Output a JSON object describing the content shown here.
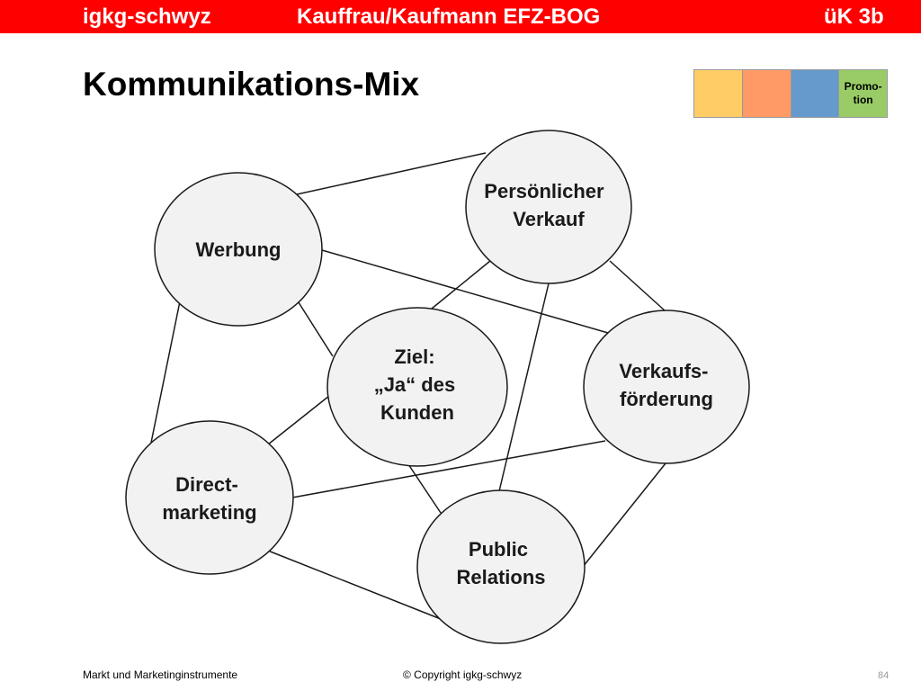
{
  "header": {
    "left": "igkg-schwyz",
    "center": "Kauffrau/Kaufmann EFZ-BOG",
    "right": "üK 3b",
    "background": "#ff0000"
  },
  "title": "Kommunikations-Mix",
  "marketing_mix_bar": {
    "colors": [
      "#ffcc66",
      "#ff9966",
      "#6699cc",
      "#99cc66"
    ],
    "label": "Promo-\ntion"
  },
  "nodes": {
    "werbung": [
      "Werbung"
    ],
    "verkauf": [
      "Persönlicher",
      "Verkauf"
    ],
    "ziel": [
      "Ziel:",
      "„Ja“ des",
      "Kunden"
    ],
    "vkf": [
      "Verkaufs-",
      "förderung"
    ],
    "dm": [
      "Direct-",
      "marketing"
    ],
    "pr": [
      "Public",
      "Relations"
    ]
  },
  "footer": {
    "left": "Markt und Marketinginstrumente",
    "center": "© Copyright igkg-schwyz",
    "page": "84"
  }
}
